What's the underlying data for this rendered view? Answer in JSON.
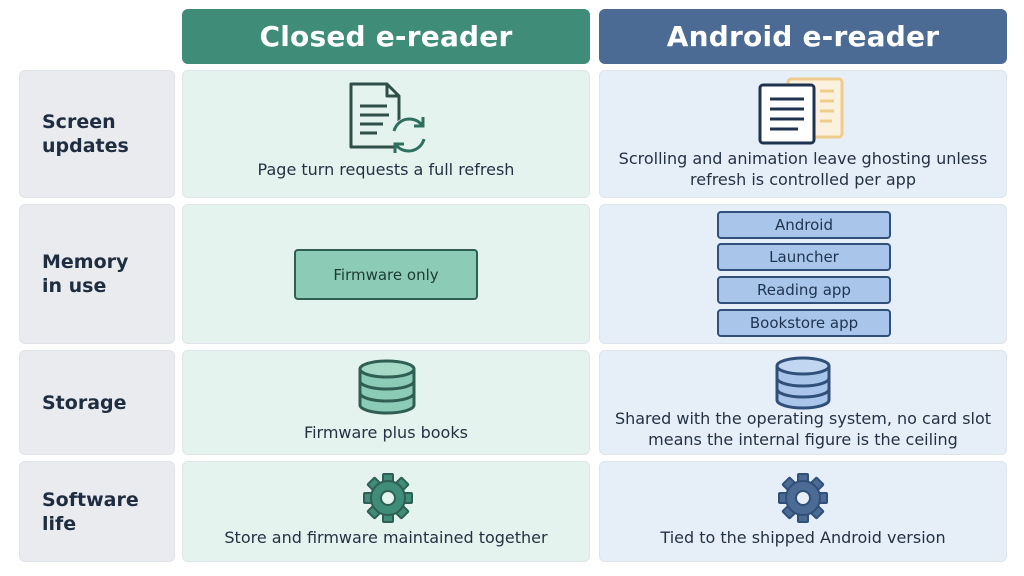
{
  "columns": {
    "closed_title": "Closed e-reader",
    "android_title": "Android e-reader"
  },
  "rows": [
    {
      "label": "Screen updates",
      "closed": "Page turn requests a full refresh",
      "android": "Scrolling and animation leave ghosting unless refresh is controlled per app"
    },
    {
      "label": "Memory in use",
      "closed_box": "Firmware only",
      "android_stack": [
        "Android",
        "Launcher",
        "Reading app",
        "Bookstore app"
      ]
    },
    {
      "label": "Storage",
      "closed": "Firmware plus books",
      "android": "Shared with the operating system, no card slot means the internal figure is the ceiling"
    },
    {
      "label": "Software life",
      "closed": "Store and firmware maintained together",
      "android": "Tied to the shipped Android version"
    }
  ],
  "icons": {
    "screen_closed": "document-refresh-icon",
    "screen_android": "stacked-documents-icon",
    "storage": "database-icon",
    "software": "gear-icon"
  },
  "colors": {
    "closed_header": "#3f8c78",
    "android_header": "#4b6b94",
    "closed_cell": "#e5f3ee",
    "android_cell": "#e6eef8",
    "closed_accent": "#8ccbb6",
    "android_accent": "#a9c6ea"
  }
}
